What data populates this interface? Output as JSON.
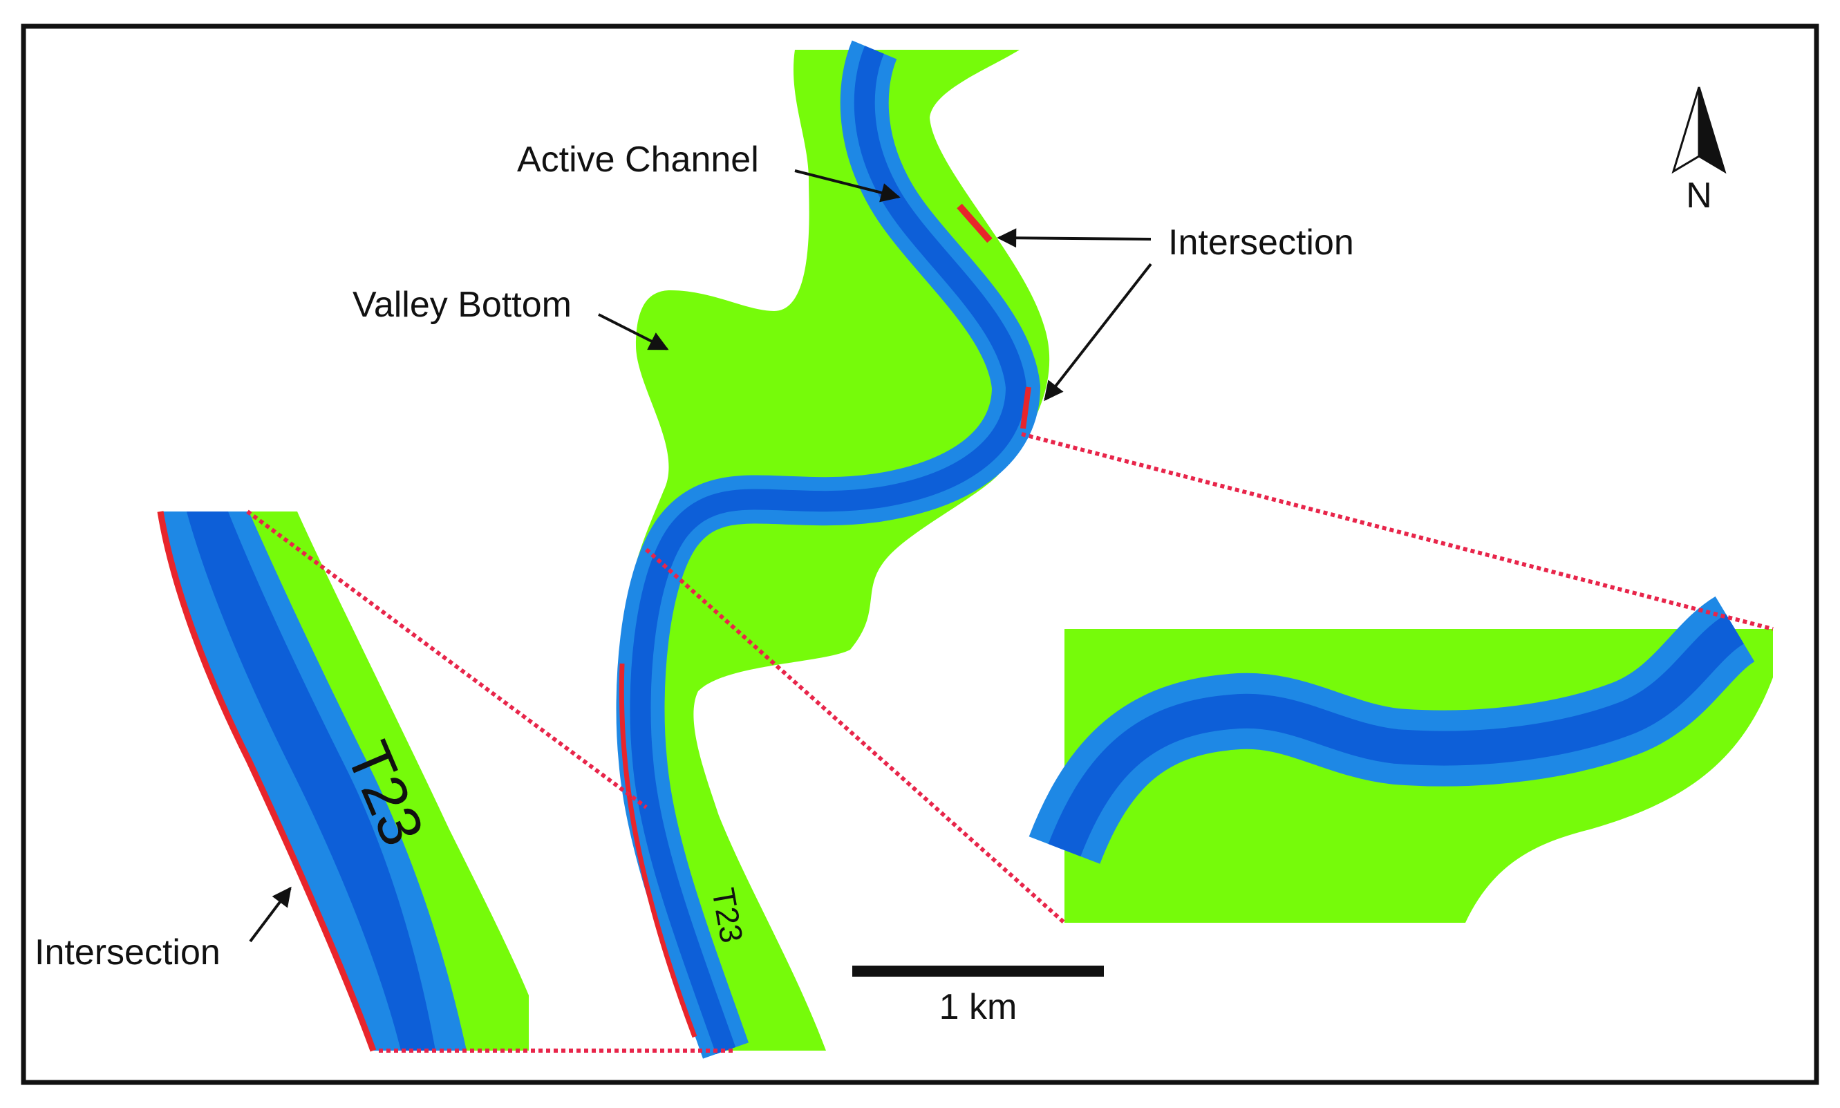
{
  "colors": {
    "valley_bottom": "#76fb0a",
    "active_channel_outer": "#1e88e5",
    "active_channel_inner": "#0d5fd8",
    "intersection": "#e8252b",
    "zoom_lines": "#e8254a",
    "frame": "#111111"
  },
  "labels": {
    "active_channel": "Active Channel",
    "valley_bottom": "Valley Bottom",
    "intersection_main": "Intersection",
    "intersection_inset": "Intersection",
    "segment_main": "T23",
    "segment_inset": "T23",
    "scale": "1 km",
    "north": "N"
  },
  "icons": {
    "north_arrow": "north-arrow-icon"
  }
}
